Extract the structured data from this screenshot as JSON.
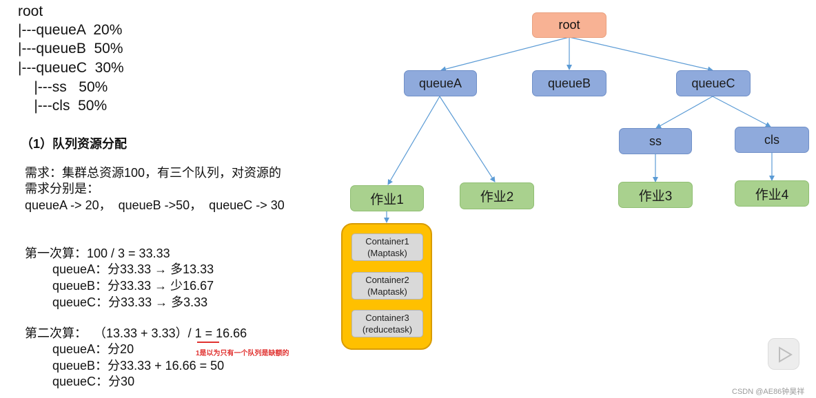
{
  "hierarchy_text": {
    "lines": [
      "root",
      "|---queueA  20%",
      "|---queueB  50%",
      "|---queueC  30%",
      "    |---ss   50%",
      "    |---cls  50%"
    ]
  },
  "section_heading": "（1）队列资源分配",
  "requirement": {
    "line1": "需求：集群总资源100，有三个队列，对资源的",
    "line2": "需求分别是：",
    "line3": "queueA -> 20，  queueB ->50，  queueC -> 30"
  },
  "first_calc": {
    "title": "第一次算：100 / 3 = 33.33",
    "a": "queueA：分33.33 → 多13.33",
    "b": "queueB：分33.33 → 少16.67",
    "c": "queueC：分33.33 → 多3.33"
  },
  "second_calc": {
    "title": "第二次算：  （13.33 + 3.33）/ 1 = 16.66",
    "a": "queueA：分20",
    "b": "queueB：分33.33 + 16.66 = 50",
    "c": "queueC：分30",
    "note": "1是以为只有一个队列是缺额的"
  },
  "diagram": {
    "root": "root",
    "queueA": "queueA",
    "queueB": "queueB",
    "queueC": "queueC",
    "ss": "ss",
    "cls": "cls",
    "job1": "作业1",
    "job2": "作业2",
    "job3": "作业3",
    "job4": "作业4",
    "containers": [
      {
        "name": "Container1",
        "task": "(Maptask)"
      },
      {
        "name": "Container2",
        "task": "(Maptask)"
      },
      {
        "name": "Container3",
        "task": "(reducetask)"
      }
    ]
  },
  "watermark": "CSDN @AE86钟昊祥",
  "colors": {
    "root": "#f8b294",
    "queue": "#8faadc",
    "job": "#a9d18e",
    "container_panel": "#ffc000",
    "container": "#d9d9d9",
    "edge": "#5b9bd5",
    "note": "#e0312f"
  }
}
